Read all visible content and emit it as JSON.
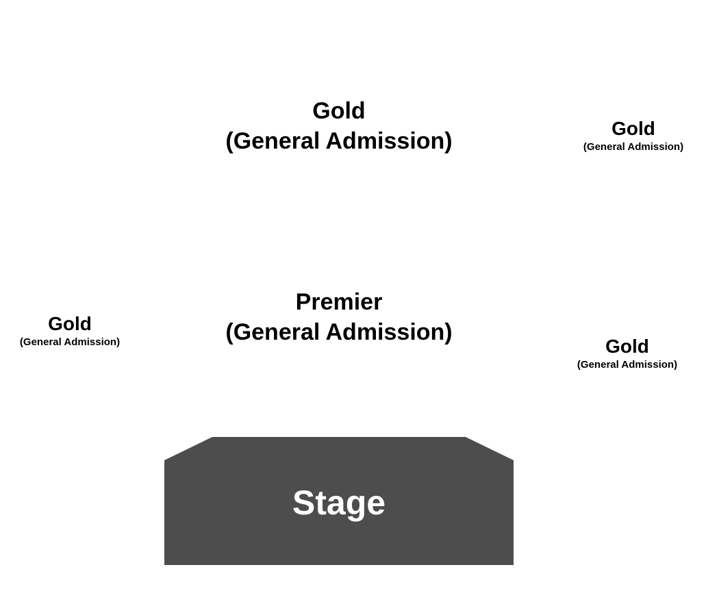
{
  "sections": [
    {
      "id": "gold-top",
      "tier": "Gold",
      "type": "(General Admission)"
    },
    {
      "id": "gold-right-upper",
      "tier": "Gold",
      "type": "(General Admission)"
    },
    {
      "id": "premier",
      "tier": "Premier",
      "type": "(General Admission)"
    },
    {
      "id": "gold-left",
      "tier": "Gold",
      "type": "(General Admission)"
    },
    {
      "id": "gold-right-lower",
      "tier": "Gold",
      "type": "(General Admission)"
    }
  ],
  "stage": {
    "label": "Stage",
    "color": "#4d4d4d",
    "label_color": "#ffffff"
  },
  "colors": {
    "background": "#ffffff",
    "text": "#000000"
  }
}
